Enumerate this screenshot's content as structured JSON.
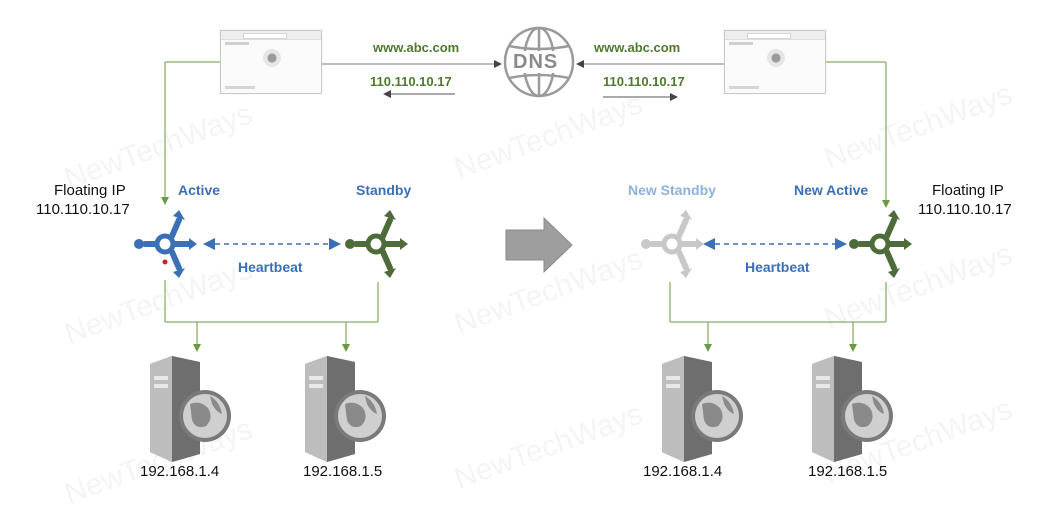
{
  "watermark": "NewTechWays",
  "dns": {
    "label": "DNS"
  },
  "left": {
    "domain": "www.abc.com",
    "ip_response": "110.110.10.17",
    "floating_ip_title": "Floating IP",
    "floating_ip_value": "110.110.10.17",
    "active_label": "Active",
    "standby_label": "Standby",
    "heartbeat_label": "Heartbeat",
    "server1_ip": "192.168.1.4",
    "server2_ip": "192.168.1.5"
  },
  "right": {
    "domain": "www.abc.com",
    "ip_response": "110.110.10.17",
    "floating_ip_title": "Floating IP",
    "floating_ip_value": "110.110.10.17",
    "new_standby_label": "New Standby",
    "new_active_label": "New Active",
    "heartbeat_label": "Heartbeat",
    "server1_ip": "192.168.1.4",
    "server2_ip": "192.168.1.5"
  },
  "colors": {
    "active_blue": "#3b6fb6",
    "standby_green": "#4e6b3a",
    "inactive_gray": "#c8c8c8",
    "line_green": "#6a9a45",
    "arrow_gray": "#9a9a9a"
  },
  "icons": [
    "browser-window-icon",
    "dns-globe-icon",
    "load-balancer-icon",
    "web-server-icon",
    "transition-arrow-icon"
  ]
}
